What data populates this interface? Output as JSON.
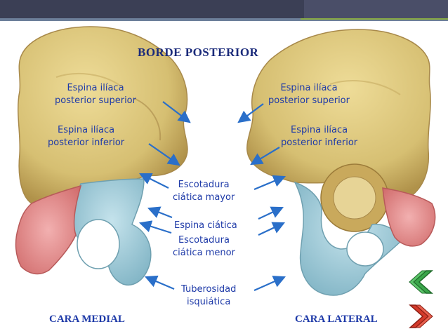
{
  "title": "BORDE POSTERIOR",
  "labels": {
    "spina_sup_left": [
      "Espina ilíaca",
      "posterior superior"
    ],
    "spina_sup_right": [
      "Espina ilíaca",
      "posterior superior"
    ],
    "spina_inf_left": [
      "Espina ilíaca",
      "posterior inferior"
    ],
    "spina_inf_right": [
      "Espina ilíaca",
      "posterior inferior"
    ],
    "escotadura_mayor": [
      "Escotadura",
      "ciática mayor"
    ],
    "espina_ciatica": "Espina ciática",
    "escotadura_menor": [
      "Escotadura",
      "ciática menor"
    ],
    "tuberosidad": [
      "Tuberosidad",
      "isquiática"
    ]
  },
  "footer": {
    "left": "CARA MEDIAL",
    "right": "CARA LATERAL"
  },
  "nav": {
    "back_icon": "chevron-left-icon",
    "forward_icon": "chevron-right-icon"
  },
  "colors": {
    "bone": "#d8c27a",
    "bone_shadow": "#b89a4c",
    "ischium": "#9fcbd8",
    "pubis": "#e58a8a",
    "label_text": "#1e3aa8",
    "arrow": "#2a6fc9",
    "nav_green": "#3aa64a",
    "nav_red": "#d43a2a"
  }
}
